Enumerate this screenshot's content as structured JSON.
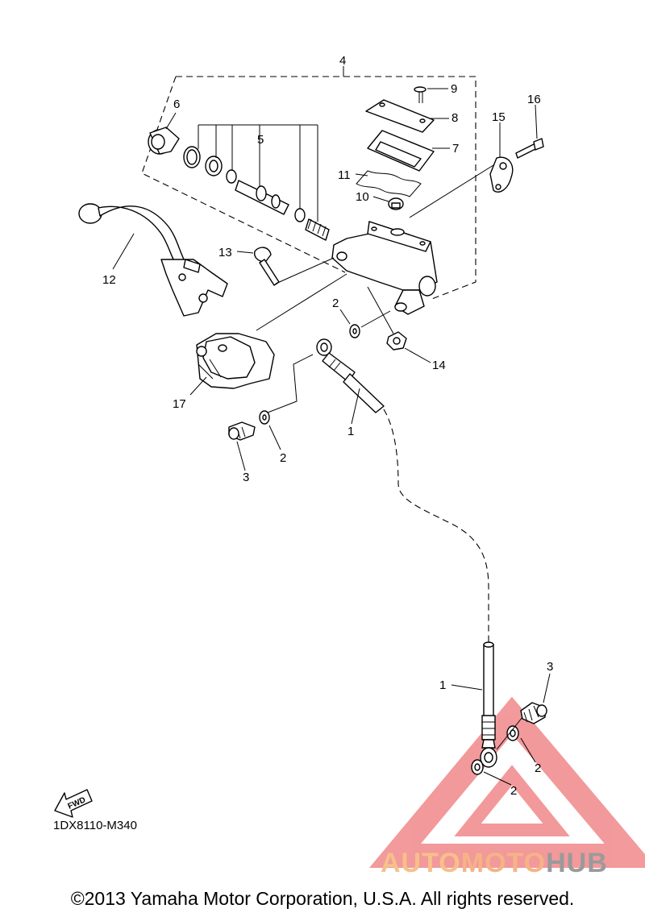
{
  "callouts": [
    "1",
    "2",
    "3",
    "4",
    "5",
    "6",
    "7",
    "8",
    "9",
    "10",
    "11",
    "12",
    "13",
    "14",
    "15",
    "16",
    "17"
  ],
  "diagram_code": "1DX8110-M340",
  "fwd_label": "FWD",
  "copyright": "©2013 Yamaha Motor Corporation, U.S.A. All rights reserved.",
  "watermark": {
    "part1": "AUTO",
    "part2": "MOTO",
    "part3": "HUB",
    "color_triangle": "#e8474a",
    "color_auto": "#f7c08a",
    "color_hub": "#9a9a9a"
  }
}
